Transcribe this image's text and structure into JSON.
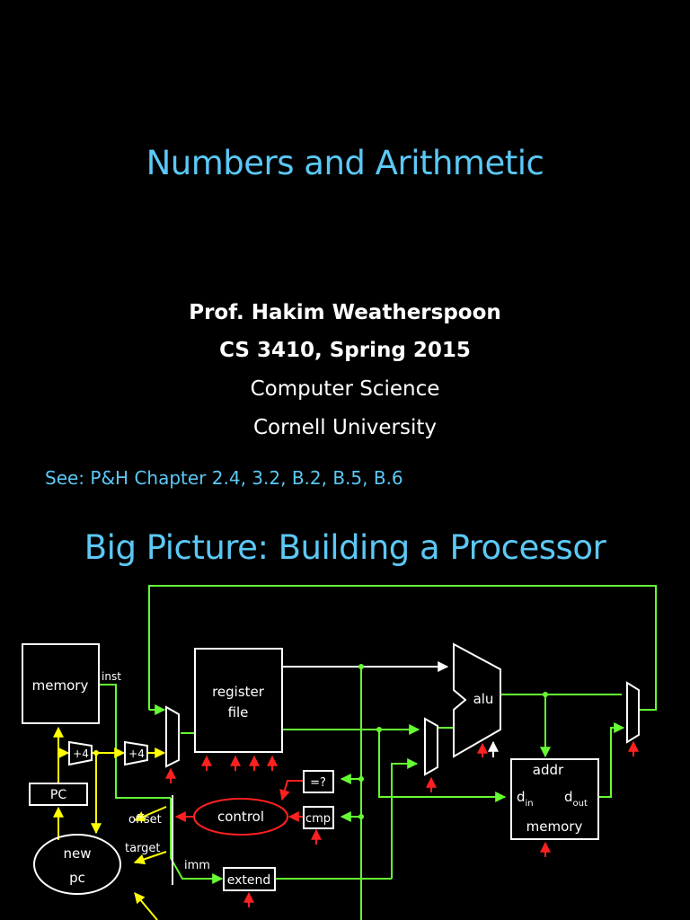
{
  "slide1": {
    "title": "Numbers and Arithmetic",
    "author": "Prof. Hakim Weatherspoon",
    "course": "CS 3410, Spring 2015",
    "department": "Computer Science",
    "university": "Cornell University",
    "reading": "See: P&H Chapter 2.4, 3.2, B.2, B.5, B.6"
  },
  "slide2": {
    "title": "Big Picture:  Building a Processor",
    "diagram": {
      "memory": "memory",
      "inst": "inst",
      "register_file_1": "register",
      "register_file_2": "file",
      "alu": "alu",
      "plus4_a": "+4",
      "plus4_b": "+4",
      "pc": "PC",
      "new_pc_1": "new",
      "new_pc_2": "pc",
      "offset": "offset",
      "target": "target",
      "control": "control",
      "eq": "=?",
      "cmp": "cmp",
      "imm": "imm",
      "extend": "extend",
      "addr": "addr",
      "d_in": "d",
      "d_in_sub": "in",
      "d_out": "d",
      "d_out_sub": "out",
      "data_memory": "memory"
    },
    "colors": {
      "wire": "#66ff33",
      "control": "#ff2020",
      "pc_path": "#ffff00",
      "box": "#ffffff"
    }
  }
}
